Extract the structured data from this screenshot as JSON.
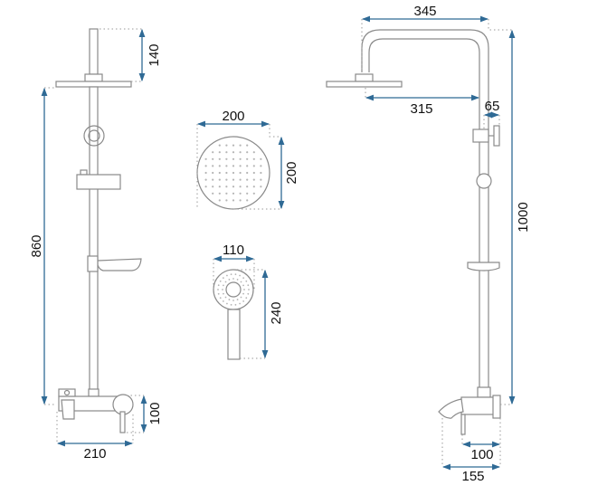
{
  "colors": {
    "dimension": "#2f6a95",
    "outline": "#8a8a8a"
  },
  "left_view": {
    "head_arm_height": "140",
    "rail_height": "860",
    "mixer_height": "100",
    "mixer_width": "210"
  },
  "rain_head": {
    "width": "200",
    "depth": "200"
  },
  "hand_shower": {
    "width": "110",
    "length": "240"
  },
  "right_view": {
    "arm_length": "345",
    "arm_reach": "315",
    "holder_offset": "65",
    "total_height": "1000",
    "mixer_width": "100",
    "spout_width": "155"
  }
}
